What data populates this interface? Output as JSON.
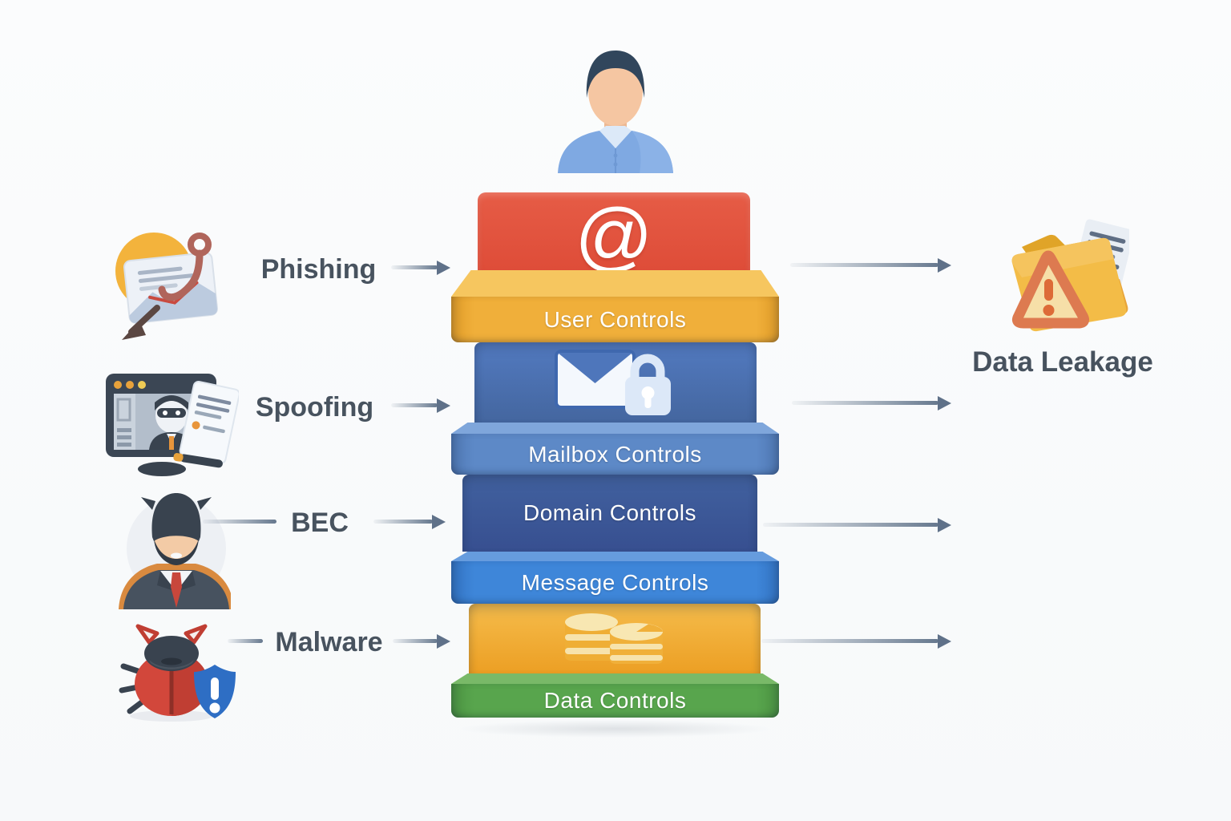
{
  "background": "#FAFBFC",
  "stack": {
    "at_glyph": "@",
    "layers": [
      {
        "id": "user",
        "label": "User Controls",
        "color": "#F0AF3A"
      },
      {
        "id": "mailbox",
        "label": "Mailbox Controls",
        "color": "#5D89C7"
      },
      {
        "id": "domain",
        "label": "Domain Controls",
        "color": "#3B569B"
      },
      {
        "id": "message",
        "label": "Message Controls",
        "color": "#3E86D9"
      },
      {
        "id": "data",
        "label": "Data Controls",
        "color": "#58A54D"
      }
    ],
    "icon_blocks": [
      {
        "icon": "at-symbol-icon",
        "color": "#E05340"
      },
      {
        "icon": "envelope-lock-icon",
        "color": "#4B71B4"
      },
      {
        "icon": "coin-stack-icon",
        "color": "#F2B23B"
      }
    ]
  },
  "threats": [
    {
      "label": "Phishing",
      "icon": "phishing-hook-email-icon"
    },
    {
      "label": "Spoofing",
      "icon": "spoofed-screen-icon"
    },
    {
      "label": "BEC",
      "icon": "impersonator-icon"
    },
    {
      "label": "Malware",
      "icon": "bug-shield-icon"
    }
  ],
  "outcome": {
    "label": "Data Leakage",
    "icon": "folder-warning-icon"
  },
  "decorations": {
    "person_icon": "user-avatar-icon"
  },
  "colors": {
    "arrow": "#66788E",
    "threat_label_text": "#48535F",
    "layer_text": "#FFFFFF"
  }
}
